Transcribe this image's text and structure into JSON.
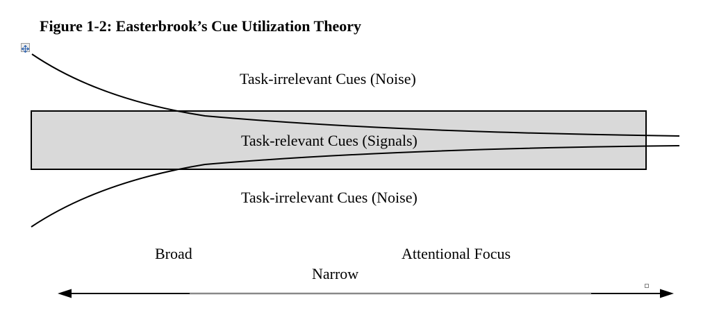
{
  "title": "Figure 1-2: Easterbrook’s Cue Utilization Theory",
  "diagram": {
    "bands": [
      {
        "position": "top",
        "label": "Task-irrelevant Cues (Noise)"
      },
      {
        "position": "middle",
        "label": "Task-relevant Cues (Signals)"
      },
      {
        "position": "bottom",
        "label": "Task-irrelevant Cues (Noise)"
      }
    ],
    "axis": {
      "left_end_label": "Broad",
      "title": "Attentional Focus",
      "center_label": "Narrow",
      "style": "double-headed-horizontal-arrow"
    },
    "shape": "two curves converging left-to-right (funnel) through signal band",
    "colors": {
      "band_fill": "#d9d9d9",
      "band_border": "#000000",
      "curve_stroke": "#000000",
      "arrow_stroke": "#000000",
      "arrow_gray_segment": "#898989"
    }
  },
  "editor_artifacts": {
    "move_anchor_icon": "four-way-move-arrow",
    "move_icon_color": "#3f6fb5",
    "resize_handle": "small-square-handle"
  }
}
